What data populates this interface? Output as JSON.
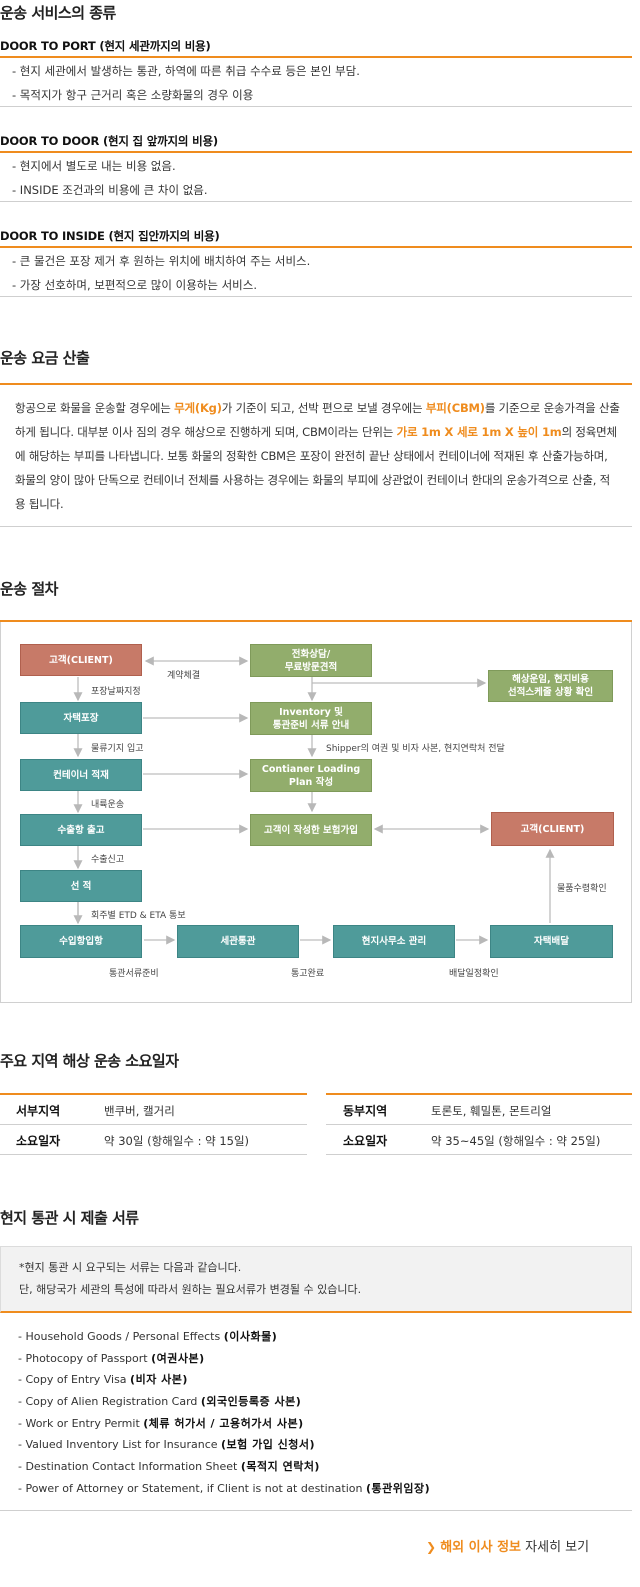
{
  "types": {
    "title": "운송 서비스의 종류",
    "items": [
      {
        "heading": "DOOR TO PORT (현지 세관까지의 비용)",
        "lines": [
          "- 현지 세관에서 발생하는 통관, 하역에 따른 취급 수수료 등은 본인 부담.",
          "- 목적지가 항구 근거리 혹은 소량화물의 경우 이용"
        ]
      },
      {
        "heading": "DOOR TO DOOR (현지 집 앞까지의 비용)",
        "lines": [
          "- 현지에서 별도로 내는 비용 없음.",
          "- INSIDE 조건과의 비용에 큰 차이 없음."
        ]
      },
      {
        "heading": "DOOR TO INSIDE (현지 집안까지의 비용)",
        "lines": [
          "- 큰 물건은 포장 제거 후 원하는 위치에 배치하여 주는 서비스.",
          "- 가장 선호하며, 보편적으로 많이 이용하는 서비스."
        ]
      }
    ]
  },
  "rates": {
    "title": "운송 요금 산출",
    "p1a": "항공으로 화물을 운송할 경우에는 ",
    "h1": "무게(Kg)",
    "p1b": "가 기준이 되고, 선박 편으로 보낼 경우에는 ",
    "h2": "부피(CBM)",
    "p1c": "를 기준으로 운송가격을 산출하게 됩니다. 대부분 이사 짐의 경우 해상으로 진행하게 되며, CBM이라는 단위는 ",
    "h3": "가로 1m X 세로 1m X 높이 1m",
    "p1d": "의 정육면체에 해당하는 부피를 나타냅니다. 보통 화물의 정확한 CBM은 포장이 완전히 끝난 상태에서 컨테이너에 적재된 후 산출가능하며, 화물의 양이 많아 단독으로 컨테이너 전체를 사용하는 경우에는 화물의 부피에 상관없이 컨테이너 한대의 운송가격으로 산출, 적용 됩니다."
  },
  "process": {
    "title": "운송 절차",
    "boxes": {
      "client1": "고객(CLIENT)",
      "consult": "전화상담/\n무료방문견적",
      "shipping": "해상운임, 현지비용\n선적스케줄 상황 확인",
      "packing": "자택포장",
      "inventory": "Inventory 및\n통관준비 서류 안내",
      "container": "컨테이너 적재",
      "loading": "Contianer Loading\nPlan 작성",
      "export": "수출항 출고",
      "insurance": "고객이 작성한 보험가입",
      "client2": "고객(CLIENT)",
      "loadship": "선 적",
      "importport": "수입항입항",
      "customs": "세관통관",
      "office": "현지사무소 관리",
      "delivery": "자택배달"
    },
    "labels": {
      "contract": "계약체결",
      "date": "포장날짜지정",
      "materials": "물류기지 입고",
      "inland": "내륙운송",
      "shipper": "Shipper의 여권 및 비자 사본, 현지연락처 전달",
      "declare": "수출신고",
      "etd": "회주별 ETD & ETA 통보",
      "receipt": "물품수령확인",
      "docs": "통관서류준비",
      "cleared": "통고완료",
      "deliverydate": "배달일정확인"
    }
  },
  "transit": {
    "title": "주요 지역 해상 운송 소요일자",
    "west": {
      "label": "서부지역",
      "cities": "밴쿠버, 캘거리",
      "days_label": "소요일자",
      "days": "약 30일 (항해일수 : 약 15일)"
    },
    "east": {
      "label": "동부지역",
      "cities": "토론토, 훼밀톤, 몬트리얼",
      "days_label": "소요일자",
      "days": "약 35~45일 (항해일수 : 약 25일)"
    }
  },
  "documents": {
    "title": "현지 통관 시 제출 서류",
    "note1": "*현지 통관 시 요구되는 서류는 다음과 같습니다.",
    "note2": "단, 해당국가 세관의 특성에 따라서 원하는 필요서류가 변경될 수 있습니다.",
    "items": [
      {
        "en": "- Household Goods / Personal Effects",
        "ko": "(이사화물)"
      },
      {
        "en": "- Photocopy of Passport",
        "ko": "(여권사본)"
      },
      {
        "en": "- Copy of Entry Visa",
        "ko": "(비자 사본)"
      },
      {
        "en": "- Copy of Alien Registration Card",
        "ko": "(외국인등록증 사본)"
      },
      {
        "en": "- Work or Entry Permit",
        "ko": "(체류 허가서 / 고용허가서 사본)"
      },
      {
        "en": "- Valued Inventory List for Insurance",
        "ko": "(보험 가입 신청서)"
      },
      {
        "en": "- Destination Contact Information Sheet",
        "ko": "(목적지 연락처)"
      },
      {
        "en": "- Power of Attorney or Statement, if Client is not at destination",
        "ko": "(통관위임장)"
      }
    ]
  },
  "footer": {
    "link_orange": "해외 이사 정보",
    "link_rest": " 자세히 보기"
  }
}
